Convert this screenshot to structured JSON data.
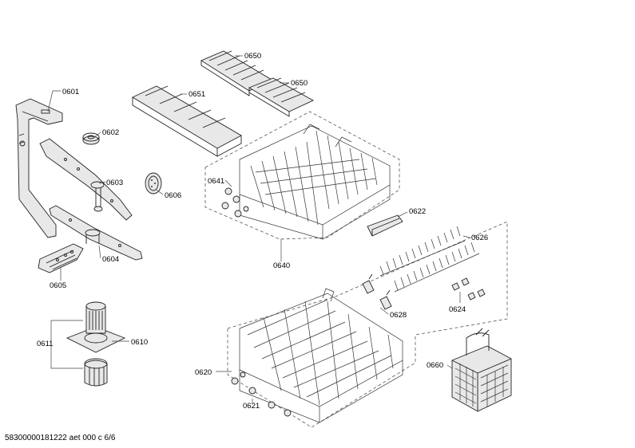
{
  "footer": {
    "document_id": "58300000181222 aet 000 c 6/6"
  },
  "callouts": [
    {
      "id": "0601",
      "label": "0601"
    },
    {
      "id": "0602",
      "label": "0602"
    },
    {
      "id": "0603",
      "label": "0603"
    },
    {
      "id": "0604",
      "label": "0604"
    },
    {
      "id": "0605",
      "label": "0605"
    },
    {
      "id": "0606",
      "label": "0606"
    },
    {
      "id": "0610",
      "label": "0610"
    },
    {
      "id": "0611",
      "label": "0611"
    },
    {
      "id": "0620",
      "label": "0620"
    },
    {
      "id": "0621",
      "label": "0621"
    },
    {
      "id": "0622",
      "label": "0622"
    },
    {
      "id": "0624",
      "label": "0624"
    },
    {
      "id": "0626",
      "label": "0626"
    },
    {
      "id": "0628",
      "label": "0628"
    },
    {
      "id": "0640",
      "label": "0640"
    },
    {
      "id": "0641",
      "label": "0641"
    },
    {
      "id": "0650a",
      "label": "0650"
    },
    {
      "id": "0650b",
      "label": "0650"
    },
    {
      "id": "0651",
      "label": "0651"
    },
    {
      "id": "0660",
      "label": "0660"
    }
  ]
}
